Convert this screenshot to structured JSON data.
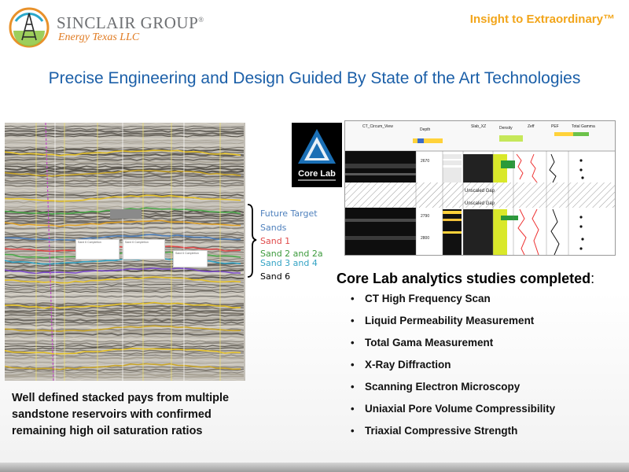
{
  "header": {
    "company_name": "SINCLAIR GROUP",
    "company_registered": "®",
    "company_subtitle": "Energy Texas LLC",
    "tagline": "Insight to Extraordinary™"
  },
  "title": "Precise Engineering and Design Guided By State of the Art Technologies",
  "seismic": {
    "box_labels": [
      "Sand 6 Completion",
      "Sand 6 Completion",
      "Sand 6 Completion"
    ]
  },
  "sands": [
    {
      "label": "Future Target",
      "color": "#4f81bd"
    },
    {
      "label": "Sands",
      "color": "#4f81bd"
    },
    {
      "label": "Sand 1",
      "color": "#e04a4a"
    },
    {
      "label": "Sand 2 and 2a",
      "color": "#3c9a3c"
    },
    {
      "label": "Sand 3 and 4",
      "color": "#33a3c4"
    },
    {
      "label": "Sand 6",
      "color": "#000000"
    }
  ],
  "corelab": {
    "logo_text": "Core Lab",
    "heading": "Core Lab analytics studies completed",
    "heading_suffix": ":",
    "studies": [
      "CT High Frequency Scan",
      "Liquid Permeability Measurement",
      "Total Gama Measurement",
      "X-Ray Diffraction",
      "Scanning Electron Microscopy",
      "Uniaxial Pore Volume Compressibility",
      "Triaxial Compressive Strength"
    ]
  },
  "log": {
    "header_cols": [
      "CT_Circum_View",
      "Depth",
      "Slab_XZ",
      "Density",
      "Zeff",
      "PEF",
      "Total Gamma"
    ],
    "depths": [
      "2670",
      "2790",
      "2800"
    ],
    "gap_label": "Unscaled Gap"
  },
  "caption": "Well defined stacked pays from multiple sandstone reservoirs with confirmed remaining high oil saturation ratios",
  "colors": {
    "title_blue": "#1b5fa8",
    "brand_orange": "#e07b22",
    "tagline_gold": "#f2a51a",
    "brand_gray": "#6d6f72"
  }
}
